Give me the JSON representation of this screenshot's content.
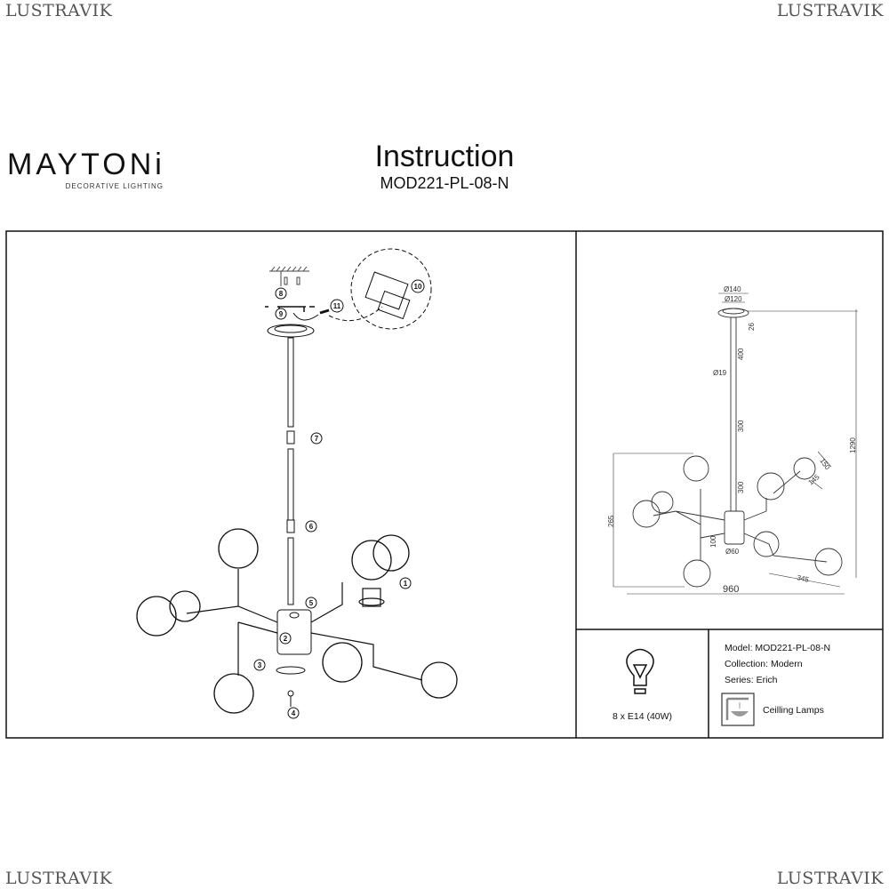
{
  "watermark": {
    "text": "LUSTRAVIK"
  },
  "brand": {
    "name": "MAYTONi",
    "tagline": "DECORATIVE LIGHTING"
  },
  "header": {
    "title": "Instruction",
    "model_code": "MOD221-PL-08-N"
  },
  "assembly": {
    "steps": [
      "1",
      "2",
      "3",
      "4",
      "5",
      "6",
      "7",
      "8",
      "9",
      "10",
      "11"
    ]
  },
  "dimensions": {
    "canopy_outer": "Ø140",
    "canopy_inner": "Ø120",
    "canopy_height": "26",
    "rod_diameter": "Ø19",
    "rod_1": "400",
    "rod_2": "300",
    "rod_3": "300",
    "total_height": "1290",
    "body_height": "100",
    "body_diameter": "Ø60",
    "arm_height": "265",
    "width": "960",
    "arm_length": "345",
    "globe_diameter": "150",
    "globe_offset": "145"
  },
  "bulb": {
    "label": "8 x E14 (40W)"
  },
  "info": {
    "model": "Model: MOD221-PL-08-N",
    "collection": "Collection: Modern",
    "series": "Series: Erich",
    "type": "Ceilling Lamps"
  }
}
